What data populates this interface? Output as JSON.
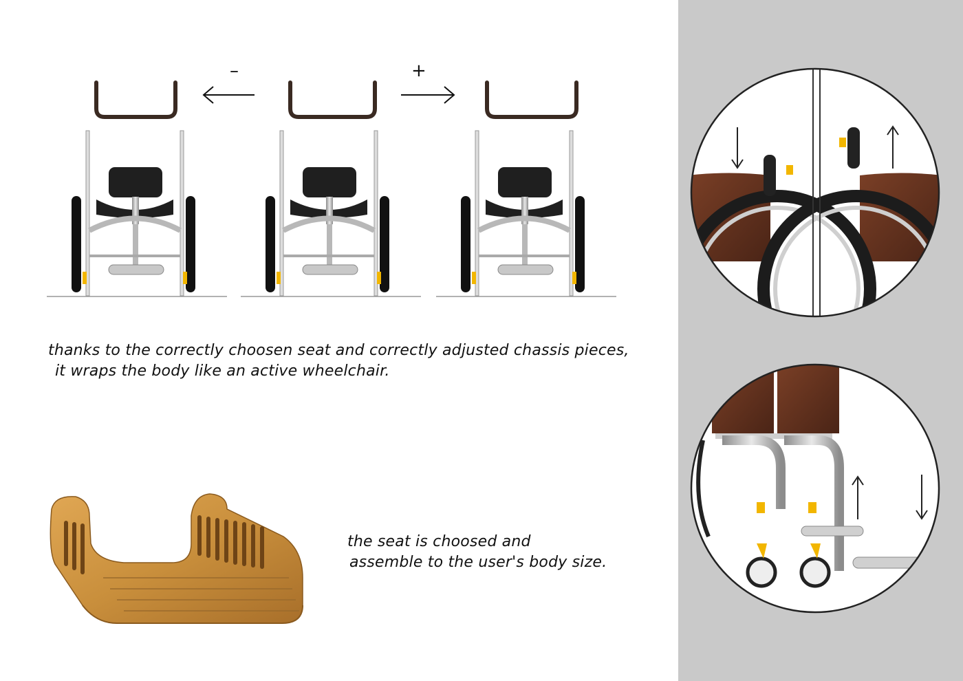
{
  "labels": {
    "minus": "–",
    "plus": "+"
  },
  "captions": {
    "top_line1": "thanks to the correctly choosen seat and correctly adjusted chassis pieces,",
    "top_line2": "it wraps the body like an active wheelchair.",
    "bottom_line1": "the seat is choosed and",
    "bottom_line2": "assemble to the user's body size."
  },
  "colors": {
    "background": "#ffffff",
    "side_panel": "#c9c9c9",
    "tube": "#3a2a22",
    "seat_black": "#1f1f1f",
    "chrome": "#b8b8b8",
    "wood_light": "#c98f3c",
    "wood_dark": "#5a2e1c",
    "accent_yellow": "#f2b600"
  },
  "icons": [
    "arrow-left-icon",
    "arrow-right-icon",
    "arrow-down-icon",
    "arrow-up-icon"
  ]
}
